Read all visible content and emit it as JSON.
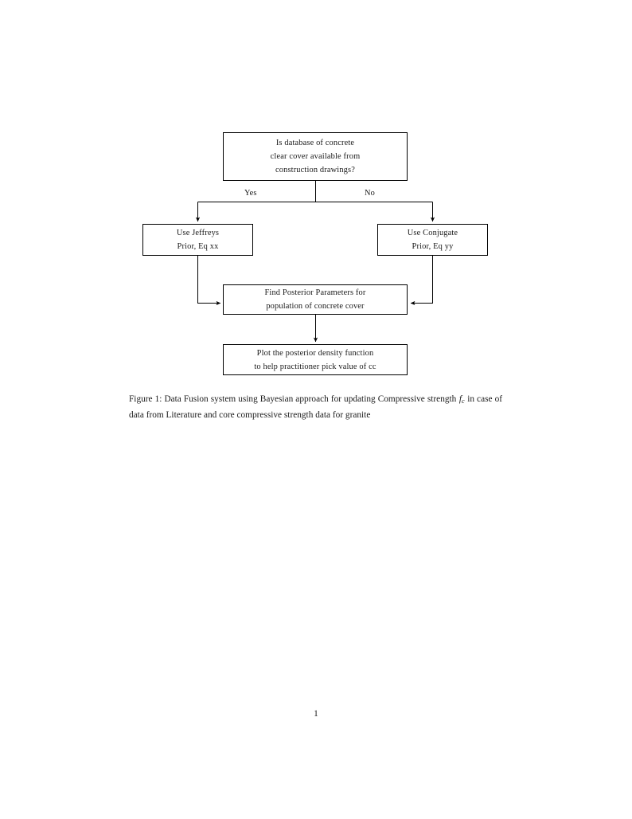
{
  "document": {
    "page_number": "1",
    "background_color": "#ffffff",
    "text_color": "#1a1a1a",
    "line_color": "#000000"
  },
  "figure": {
    "nodes": [
      {
        "id": "question",
        "shape": "rectangle",
        "lines": [
          "Is database of concrete",
          "clear cover available from",
          "construction drawings?"
        ]
      },
      {
        "id": "jeffreys",
        "shape": "rectangle",
        "lines": [
          "Use Jeffreys",
          "Prior, Eq xx"
        ]
      },
      {
        "id": "conjugate",
        "shape": "rectangle",
        "lines": [
          "Use Conjugate",
          "Prior, Eq yy"
        ]
      },
      {
        "id": "posterior",
        "shape": "rectangle",
        "lines": [
          "Find Posterior Parameters for",
          "population of concrete cover"
        ]
      },
      {
        "id": "plot",
        "shape": "rectangle",
        "lines": [
          "Plot the posterior density function",
          "to help practitioner pick value of cc"
        ]
      }
    ],
    "edge_labels": {
      "yes": "Yes",
      "no": "No"
    },
    "edges": [
      {
        "from": "question",
        "to": "jeffreys",
        "label": "Yes"
      },
      {
        "from": "question",
        "to": "conjugate",
        "label": "No"
      },
      {
        "from": "jeffreys",
        "to": "posterior",
        "label": ""
      },
      {
        "from": "conjugate",
        "to": "posterior",
        "label": ""
      },
      {
        "from": "posterior",
        "to": "plot",
        "label": ""
      }
    ]
  },
  "caption": {
    "label": "Figure 1:",
    "text_before_math": " Data Fusion system using Bayesian approach for updating Compressive strength ",
    "math_symbol": "f",
    "math_subscript": "c",
    "text_after_math": " in case of data from Literature and core compressive strength data for granite",
    "full_text": "Figure 1: Data Fusion system using Bayesian approach for updating Compressive strength f_c in case of data from Literature and core compressive strength data for granite"
  }
}
